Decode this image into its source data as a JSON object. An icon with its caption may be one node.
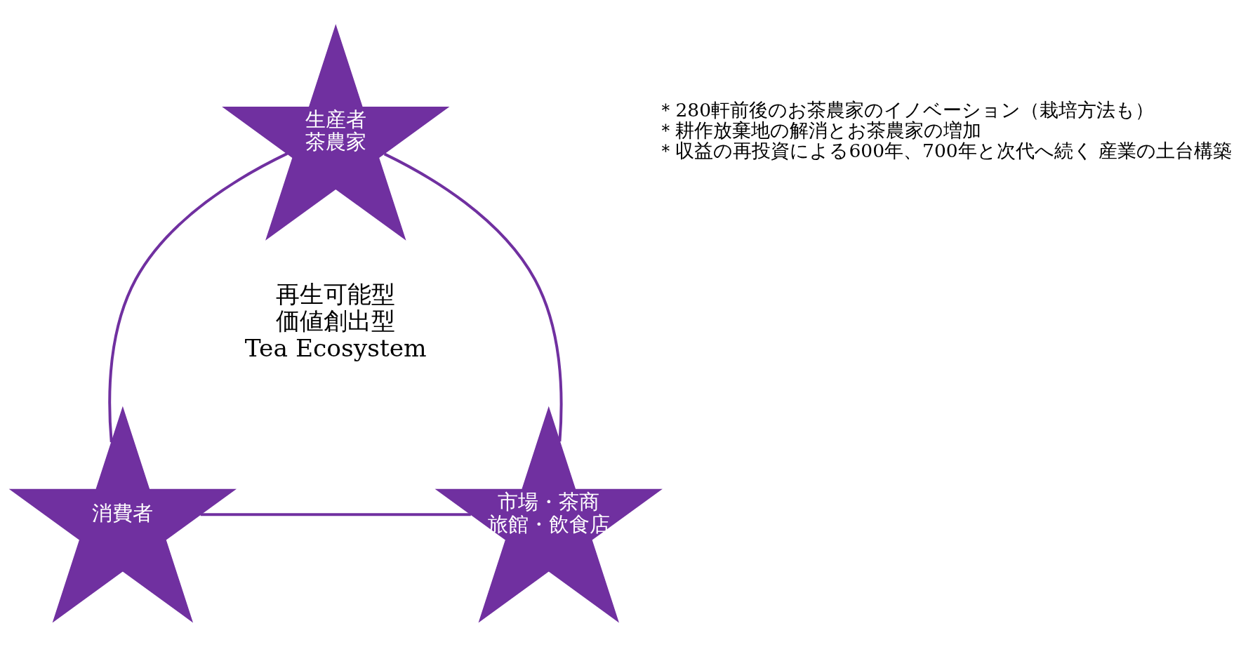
{
  "diagram": {
    "nodes": [
      {
        "text": [
          "生産者",
          "茶農家"
        ]
      },
      {
        "text": [
          "消費者"
        ]
      },
      {
        "text": [
          "市場・茶商",
          "旅館・飲食店"
        ]
      }
    ],
    "edges": [
      {
        "from": 0,
        "to": 1,
        "arrow": "none"
      },
      {
        "from": 0,
        "to": 2,
        "arrow": "none"
      },
      {
        "from": 1,
        "to": 2,
        "arrow": "none"
      }
    ],
    "labels": [
      "再生可能型",
      "価値創出型",
      "Tea Ecosystem",
      "＊280軒前後のお茶農家のイノベーション（栽培方法も）",
      "＊耕作放棄地の解消とお茶農家の増加",
      "＊収益の再投資による600年、700年と次代へ続く 産業の土台構築"
    ]
  }
}
